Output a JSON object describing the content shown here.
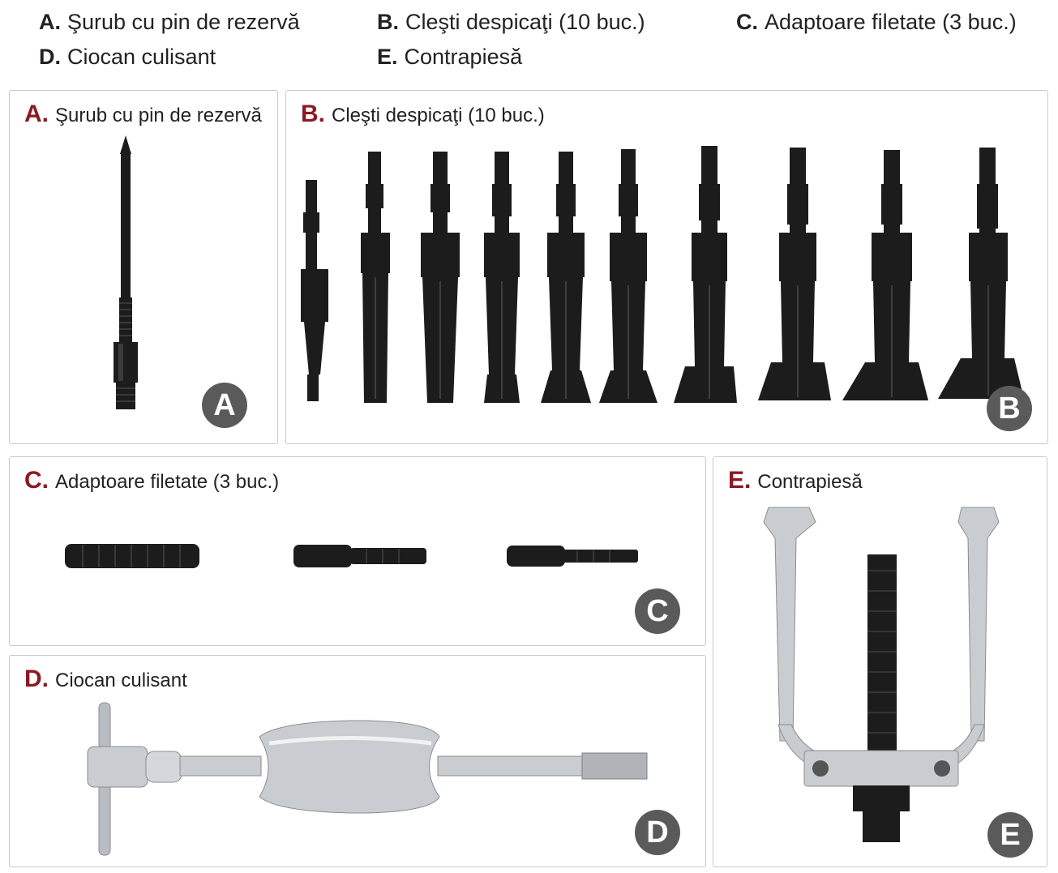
{
  "legend": [
    {
      "letter": "A.",
      "text": "Şurub cu pin de rezervă"
    },
    {
      "letter": "B.",
      "text": "Cleşti despicaţi (10 buc.)"
    },
    {
      "letter": "C.",
      "text": "Adaptoare filetate (3 buc.)"
    },
    {
      "letter": "D.",
      "text": "Ciocan culisant"
    },
    {
      "letter": "E.",
      "text": "Contrapiesă"
    }
  ],
  "panels": {
    "a": {
      "letter": "A.",
      "title": "Şurub cu pin de rezervă",
      "badge": "A"
    },
    "b": {
      "letter": "B.",
      "title": "Cleşti despicaţi (10 buc.)",
      "badge": "B"
    },
    "c": {
      "letter": "C.",
      "title": "Adaptoare filetate (3 buc.)",
      "badge": "C"
    },
    "d": {
      "letter": "D.",
      "title": "Ciocan culisant",
      "badge": "D"
    },
    "e": {
      "letter": "E.",
      "title": "Contrapiesă",
      "badge": "E"
    }
  },
  "colors": {
    "accent": "#8a1a24",
    "badge": "#5a5a5a",
    "border": "#c8c8c8",
    "tool": "#1c1c1c",
    "chrome": "#c9ccd0"
  }
}
